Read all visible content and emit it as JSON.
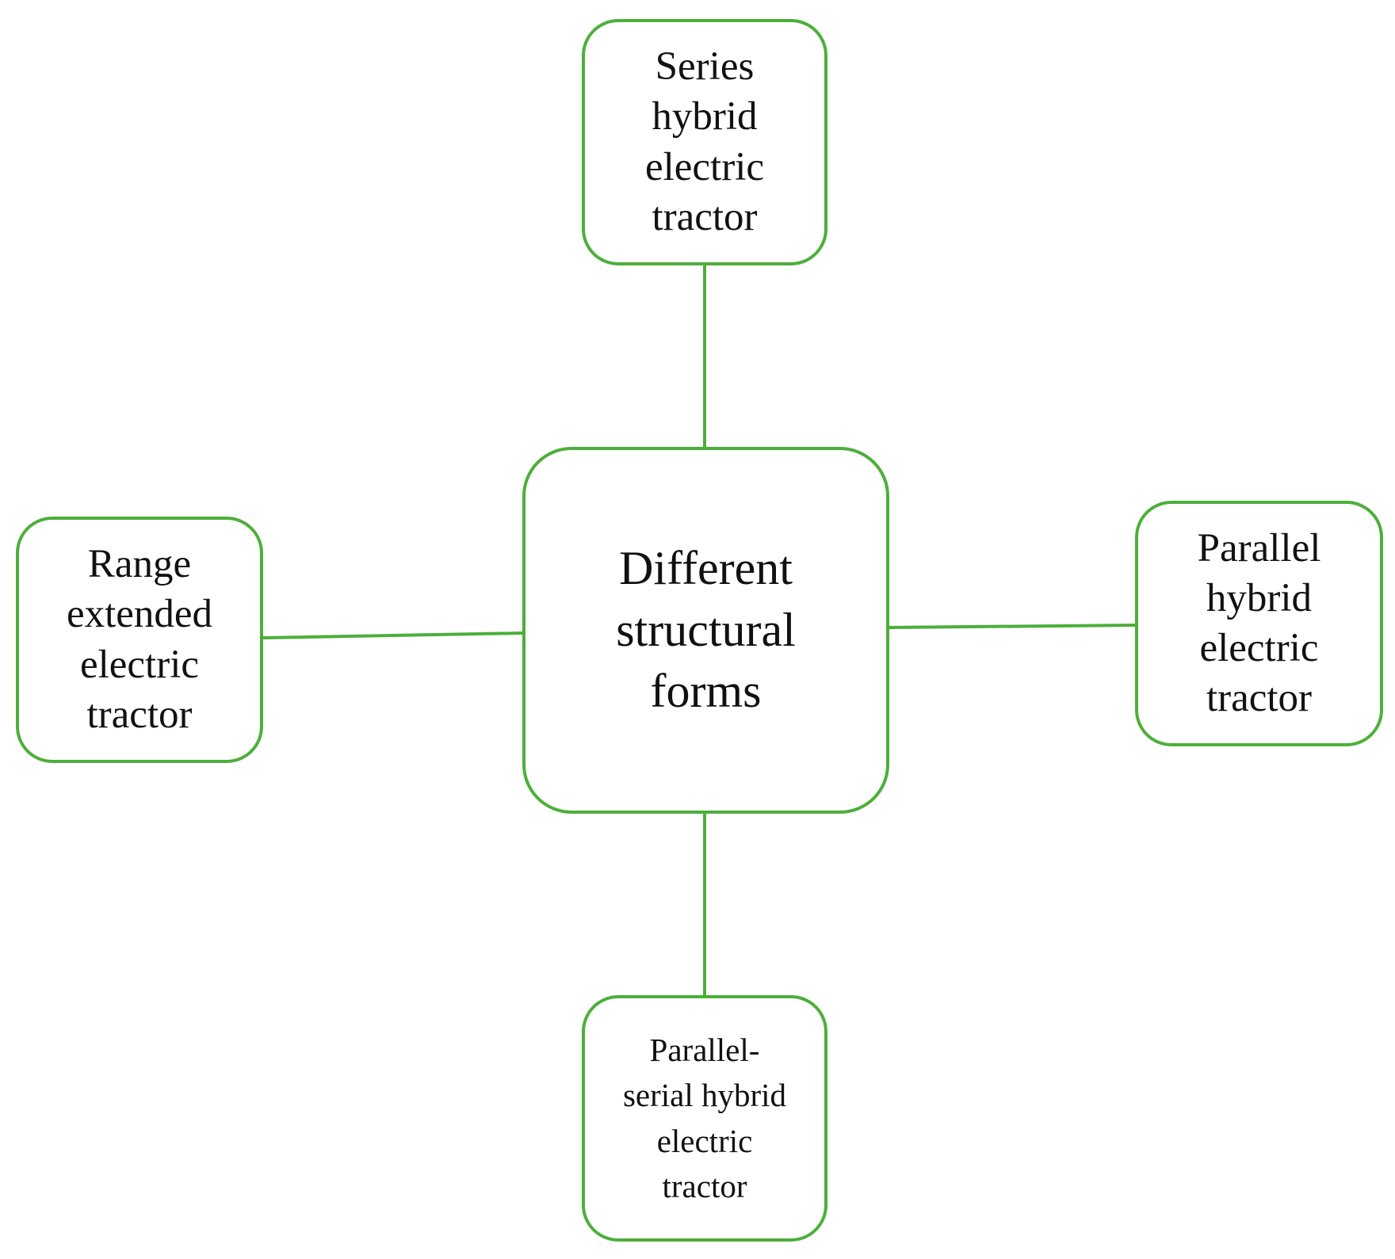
{
  "diagram": {
    "accent_color": "#4caf3a",
    "center": {
      "label": "Different\nstructural\nforms"
    },
    "top": {
      "label": "Series\nhybrid\nelectric\ntractor"
    },
    "left": {
      "label": "Range\nextended\nelectric\ntractor"
    },
    "right": {
      "label": "Parallel\nhybrid\nelectric\ntractor"
    },
    "bottom": {
      "label": "Parallel-\nserial  hybrid\nelectric\ntractor"
    }
  }
}
